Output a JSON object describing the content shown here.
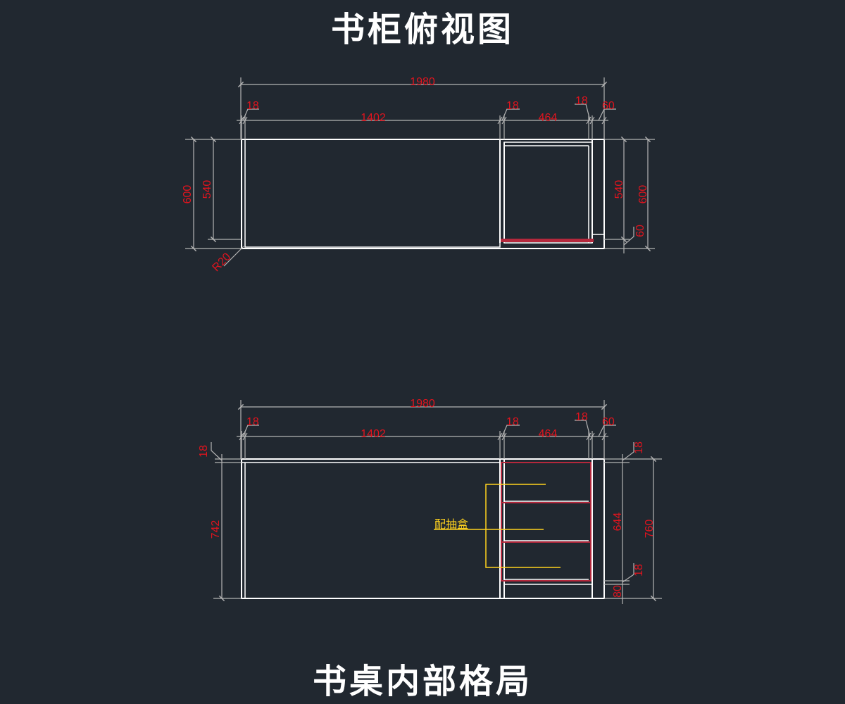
{
  "titles": {
    "top_view": "书柜俯视图",
    "interior_view": "书桌内部格局"
  },
  "colors": {
    "background": "#212830",
    "outline": "#ffffff",
    "dimension_line": "#b4b4b4",
    "dimension_text": "#e0141e",
    "accent_panel": "#b4283c",
    "note": "#ffd21e"
  },
  "top_view": {
    "dims": {
      "overall_width": "1980",
      "left_panel": "18",
      "left_bay": "1402",
      "divider": "18",
      "right_bay": "464",
      "right_panel": "18",
      "end_offset": "60",
      "left_depth_outer": "600",
      "left_depth_inner": "540",
      "right_depth_inner": "540",
      "right_depth_outer": "600",
      "back_gap": "60",
      "corner_radius": "R20"
    }
  },
  "interior_view": {
    "dims": {
      "overall_width": "1980",
      "left_panel": "18",
      "left_bay": "1402",
      "divider": "18",
      "right_bay": "464",
      "right_panel": "18",
      "end_offset": "60",
      "top_board": "18",
      "left_height": "742",
      "right_top_board": "18",
      "drawer_zone": "644",
      "bottom_board": "18",
      "plinth": "80",
      "overall_height": "760"
    },
    "note": "配抽盒"
  }
}
